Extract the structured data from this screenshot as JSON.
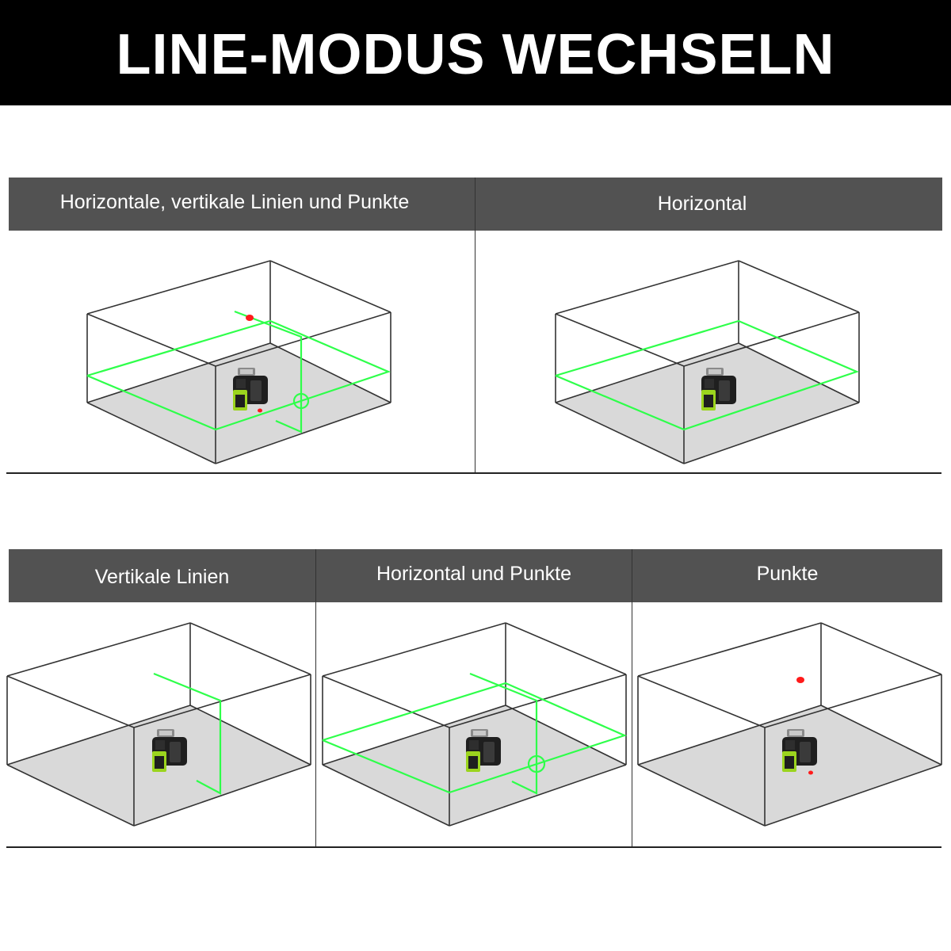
{
  "title": "LINE-MODUS WECHSELN",
  "colors": {
    "banner_bg": "#000000",
    "header_bg": "#525252",
    "header_text": "#ffffff",
    "laser_line": "#2eff4a",
    "laser_dot": "#ff1a1a",
    "device_body": "#1f1f1f",
    "device_accent": "#9bd41e"
  },
  "modes": [
    {
      "label": "Horizontale, vertikale Linien und Punkte",
      "laser": "cross-and-dots"
    },
    {
      "label": "Horizontal",
      "laser": "horizontal"
    },
    {
      "label": "Vertikale Linien",
      "laser": "vertical"
    },
    {
      "label": "Horizontal und Punkte",
      "laser": "cross"
    },
    {
      "label": "Punkte",
      "laser": "dots"
    }
  ]
}
